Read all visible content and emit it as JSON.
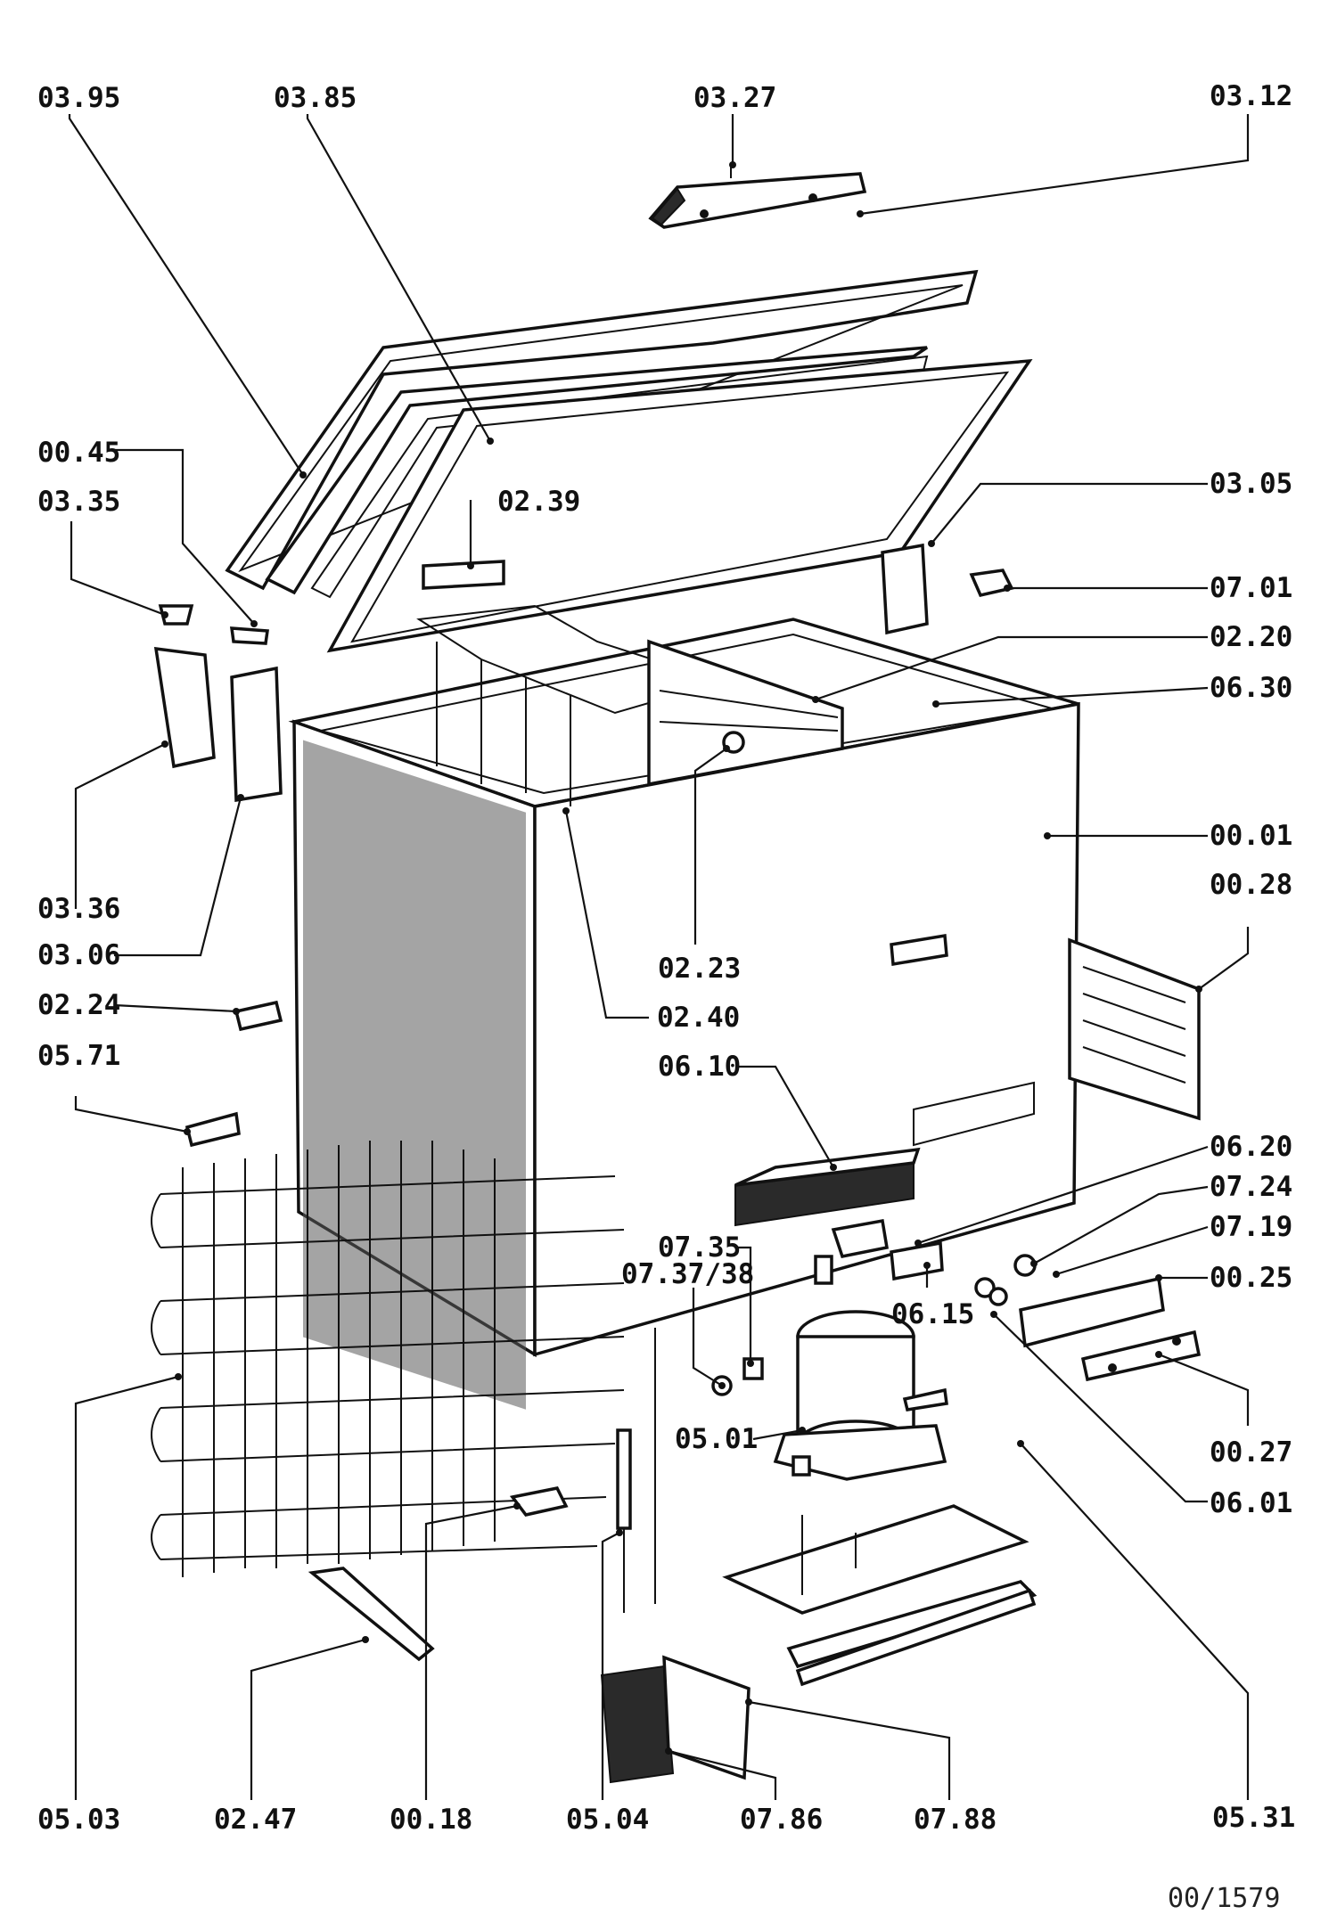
{
  "part_labels": [
    {
      "id": "03.95",
      "text": "03.95"
    },
    {
      "id": "03.85",
      "text": "03.85"
    },
    {
      "id": "03.27",
      "text": "03.27"
    },
    {
      "id": "03.12",
      "text": "03.12"
    },
    {
      "id": "00.45",
      "text": "00.45"
    },
    {
      "id": "03.35",
      "text": "03.35"
    },
    {
      "id": "02.39",
      "text": "02.39"
    },
    {
      "id": "03.05",
      "text": "03.05"
    },
    {
      "id": "07.01",
      "text": "07.01"
    },
    {
      "id": "02.20",
      "text": "02.20"
    },
    {
      "id": "06.30",
      "text": "06.30"
    },
    {
      "id": "00.01",
      "text": "00.01"
    },
    {
      "id": "00.28",
      "text": "00.28"
    },
    {
      "id": "03.36",
      "text": "03.36"
    },
    {
      "id": "03.06",
      "text": "03.06"
    },
    {
      "id": "02.23",
      "text": "02.23"
    },
    {
      "id": "02.40",
      "text": "02.40"
    },
    {
      "id": "02.24",
      "text": "02.24"
    },
    {
      "id": "05.71",
      "text": "05.71"
    },
    {
      "id": "06.10",
      "text": "06.10"
    },
    {
      "id": "06.20",
      "text": "06.20"
    },
    {
      "id": "07.24",
      "text": "07.24"
    },
    {
      "id": "07.19",
      "text": "07.19"
    },
    {
      "id": "00.25",
      "text": "00.25"
    },
    {
      "id": "07.35",
      "text": "07.35"
    },
    {
      "id": "07.37/38",
      "text": "07.37/38"
    },
    {
      "id": "06.15",
      "text": "06.15"
    },
    {
      "id": "00.27",
      "text": "00.27"
    },
    {
      "id": "05.01",
      "text": "05.01"
    },
    {
      "id": "06.01",
      "text": "06.01"
    },
    {
      "id": "05.03",
      "text": "05.03"
    },
    {
      "id": "02.47",
      "text": "02.47"
    },
    {
      "id": "00.18",
      "text": "00.18"
    },
    {
      "id": "05.04",
      "text": "05.04"
    },
    {
      "id": "07.86",
      "text": "07.86"
    },
    {
      "id": "07.88",
      "text": "07.88"
    },
    {
      "id": "05.31",
      "text": "05.31"
    }
  ],
  "drawing_number": "00/1579"
}
